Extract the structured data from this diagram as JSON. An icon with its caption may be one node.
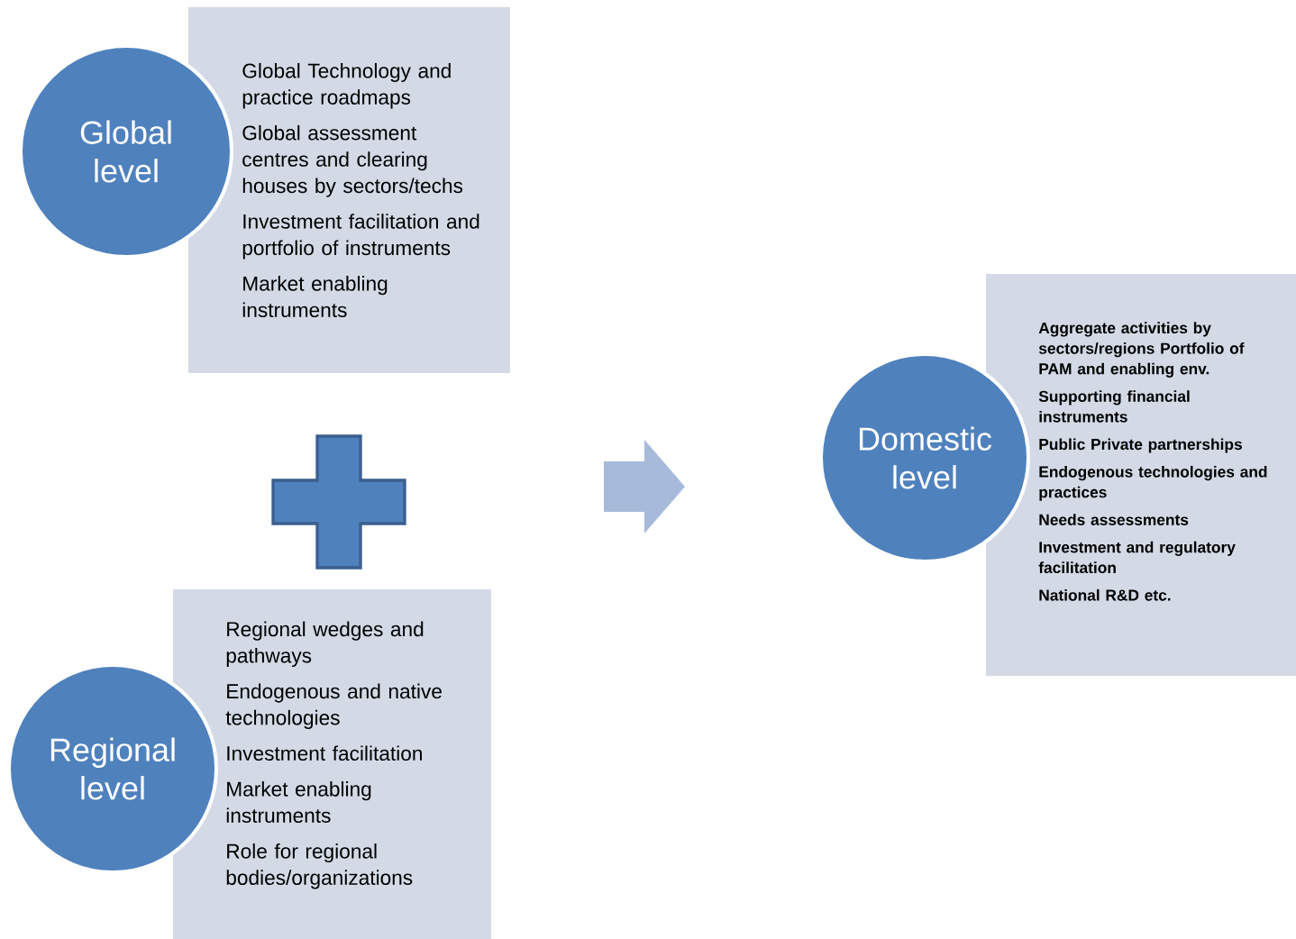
{
  "diagram": {
    "nodes": [
      {
        "text": [
          "Global level"
        ]
      },
      {
        "text": [
          "Global Technology and practice roadmaps",
          "Global assessment centres and clearing houses by sectors/techs",
          "Investment facilitation and portfolio of instruments",
          "Market enabling instruments"
        ]
      },
      {
        "text": [],
        "shape": "plus"
      },
      {
        "text": [
          "Regional level"
        ]
      },
      {
        "text": [
          "Regional wedges and pathways",
          "Endogenous and native technologies",
          "Investment facilitation",
          "Market enabling instruments",
          "Role for regional bodies/organizations"
        ]
      },
      {
        "text": [],
        "shape": "arrow"
      },
      {
        "text": [
          "Domestic level"
        ]
      },
      {
        "text": [
          "Aggregate activities by sectors/regions Portfolio of PAM and enabling env.",
          "Supporting financial instruments",
          "Public Private partnerships",
          "Endogenous technologies and practices",
          "Needs assessments",
          "Investment and regulatory facilitation",
          "National R&D etc."
        ]
      }
    ]
  }
}
